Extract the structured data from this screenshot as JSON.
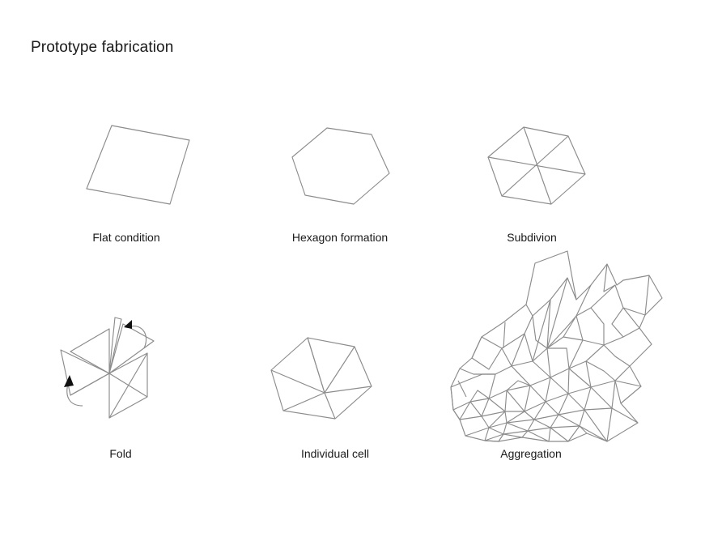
{
  "title": "Prototype fabrication",
  "steps": [
    {
      "label": "Flat condition"
    },
    {
      "label": "Hexagon formation"
    },
    {
      "label": "Subdivion"
    },
    {
      "label": "Fold"
    },
    {
      "label": "Individual cell"
    },
    {
      "label": "Aggregation"
    }
  ],
  "colors": {
    "stroke": "#8c8c8c",
    "text": "#1a1a1a",
    "arrow": "#111111",
    "background": "#ffffff"
  }
}
